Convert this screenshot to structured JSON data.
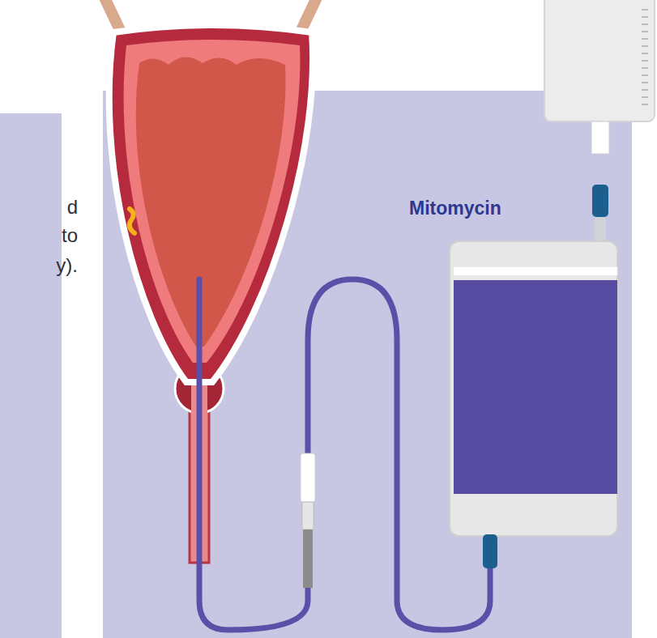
{
  "diagram": {
    "labels": [
      "d",
      "to",
      "y).",
      "Mitomycin"
    ]
  }
}
